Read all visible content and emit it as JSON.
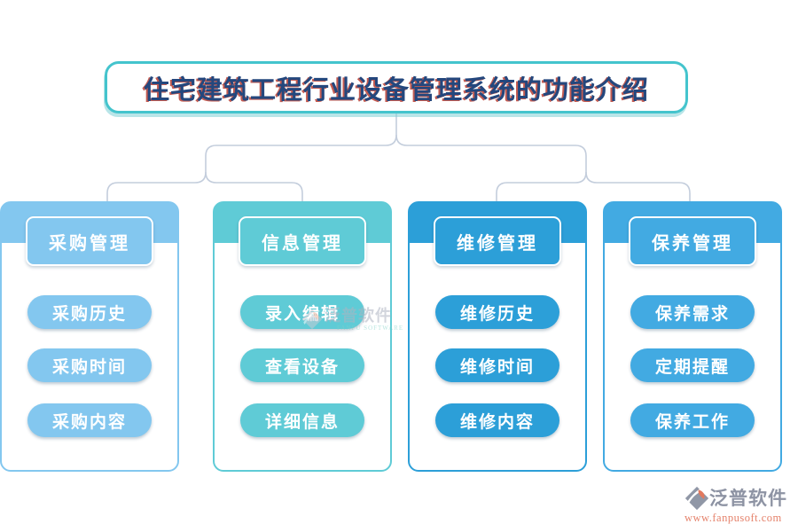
{
  "title": "住宅建筑工程行业设备管理系统的功能介绍",
  "columns": [
    {
      "title": "信息管理",
      "color": "#5FCBD6",
      "items": [
        "录入编辑",
        "查看设备",
        "详细信息"
      ]
    },
    {
      "title": "维修管理",
      "color": "#2C9FD8",
      "items": [
        "维修历史",
        "维修时间",
        "维修内容"
      ]
    },
    {
      "title": "保养管理",
      "color": "#42AAE2",
      "items": [
        "保养需求",
        "定期提醒",
        "保养工作"
      ]
    },
    {
      "title": "采购管理",
      "color": "#83C7EF",
      "items": [
        "采购历史",
        "采购时间",
        "采购内容"
      ]
    }
  ],
  "watermark": {
    "name": "泛普软件",
    "subtext": "FANPU SOFTWARE"
  },
  "brand": {
    "name": "泛普软件",
    "url": "www.fanpusoft.com",
    "name_color": "#8D93A3",
    "url_color": "#E5826B"
  },
  "colors": {
    "title_border": "#44C4CD",
    "title_text": "#24477D",
    "connector": "#C3CDDC"
  }
}
